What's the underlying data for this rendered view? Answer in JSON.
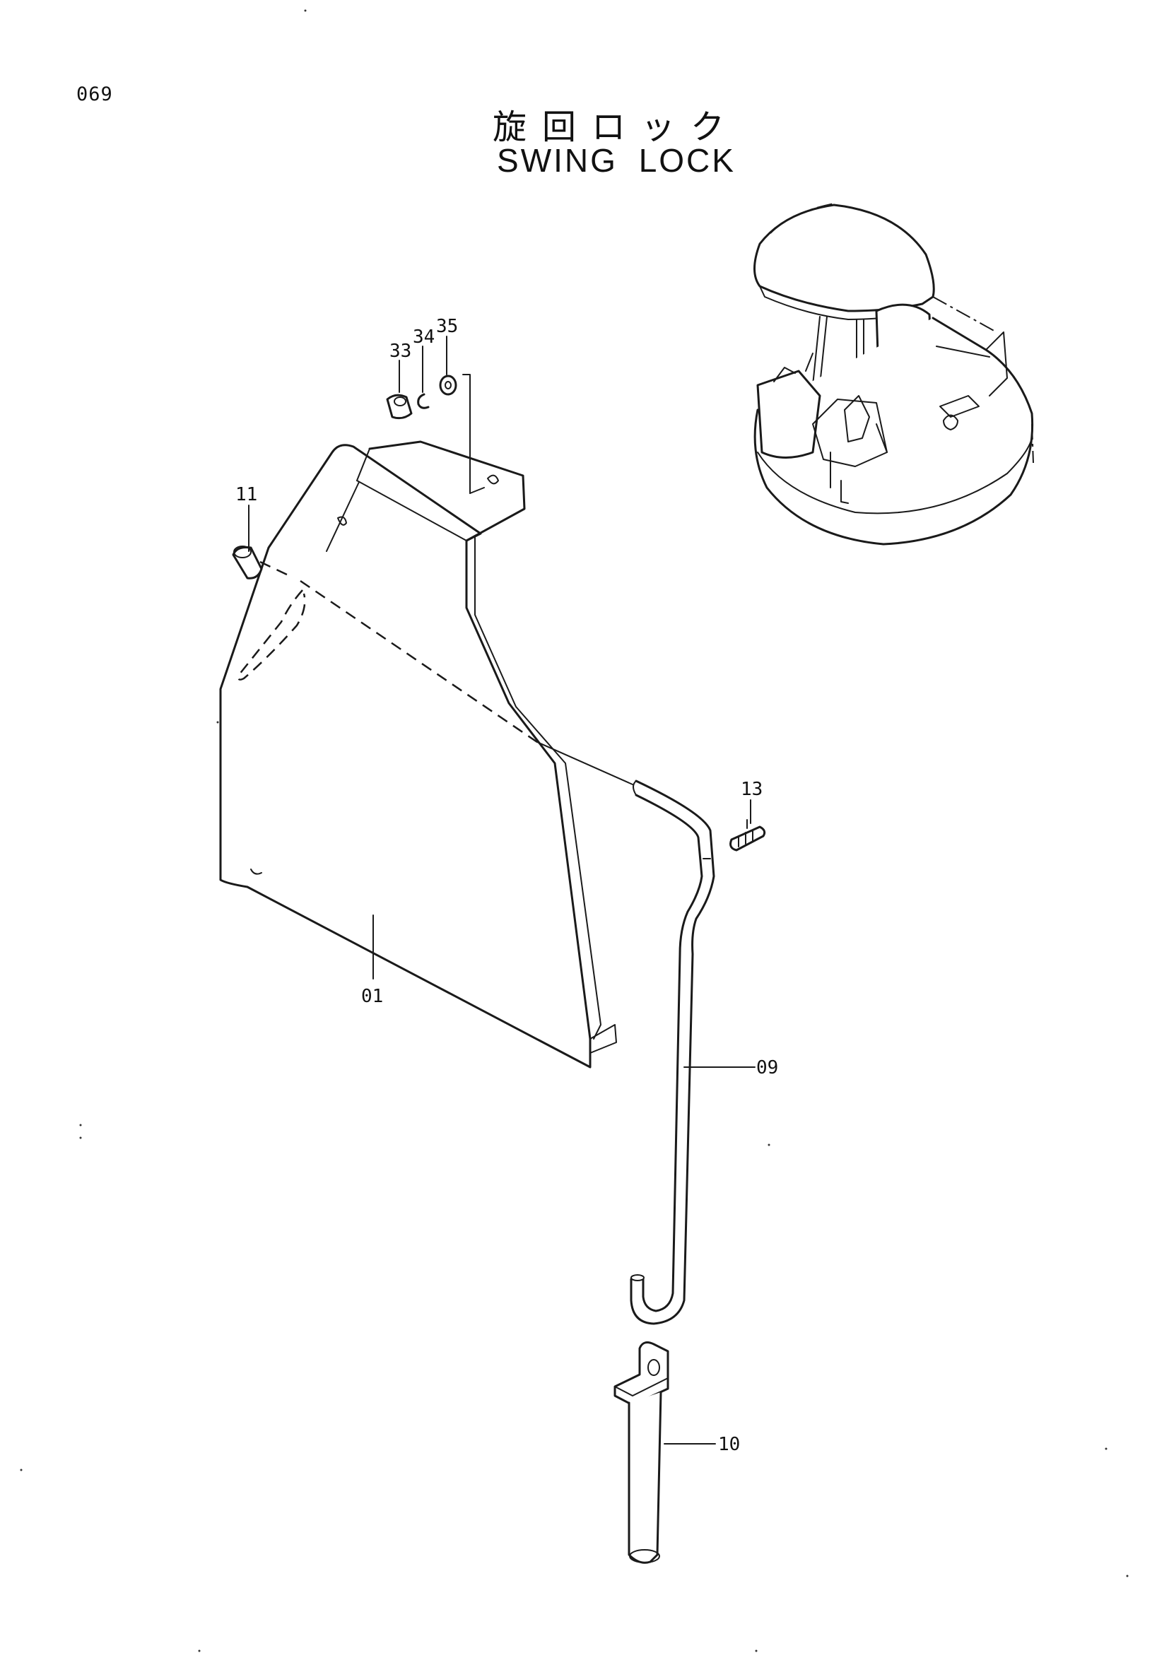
{
  "page_number": "069",
  "title": {
    "japanese": "旋回ロック",
    "english": "SWING LOCK"
  },
  "callouts": [
    {
      "id": "01",
      "label": "01"
    },
    {
      "id": "09",
      "label": "09"
    },
    {
      "id": "10",
      "label": "10"
    },
    {
      "id": "11",
      "label": "11"
    },
    {
      "id": "13",
      "label": "13"
    },
    {
      "id": "33",
      "label": "33"
    },
    {
      "id": "34",
      "label": "34"
    },
    {
      "id": "35",
      "label": "35"
    }
  ]
}
